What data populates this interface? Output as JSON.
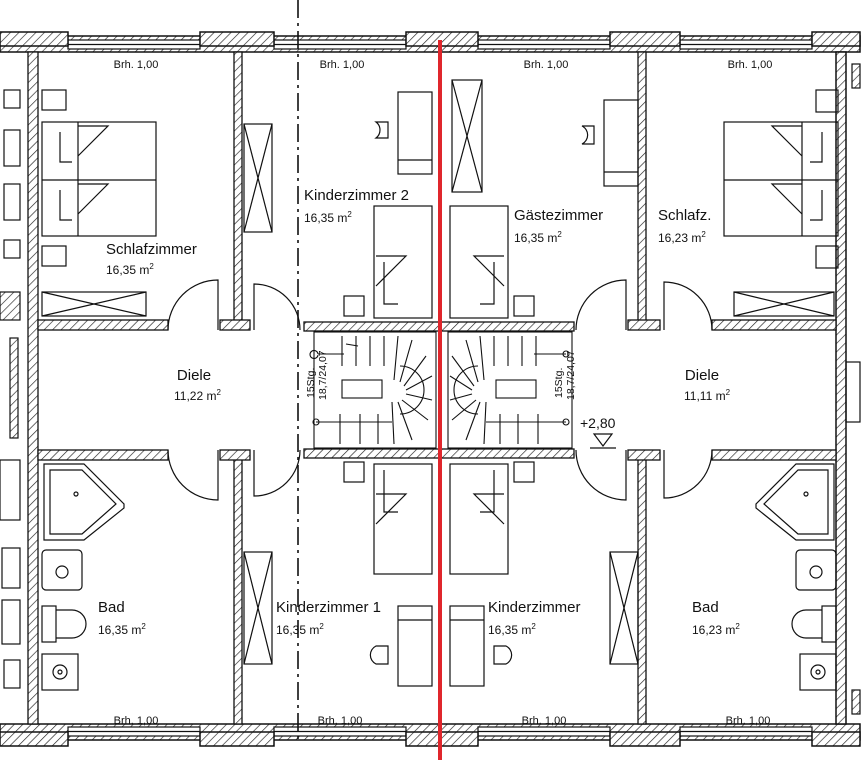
{
  "plan": {
    "window_label": "Brh. 1,00",
    "rooms": {
      "schlafzimmer": {
        "name": "Schlafzimmer",
        "area": "16,35"
      },
      "kinderzimmer2": {
        "name": "Kinderzimmer 2",
        "area": "16,35"
      },
      "gaestezimmer": {
        "name": "Gästezimmer",
        "area": "16,35"
      },
      "schlafz": {
        "name": "Schlafz.",
        "area": "16,23"
      },
      "diele_left": {
        "name": "Diele",
        "area": "11,22"
      },
      "diele_right": {
        "name": "Diele",
        "area": "11,11"
      },
      "bad_left": {
        "name": "Bad",
        "area": "16,35"
      },
      "kinderzimmer1": {
        "name": "Kinderzimmer 1",
        "area": "16,35"
      },
      "kinderzimmer": {
        "name": "Kinderzimmer",
        "area": "16,35"
      },
      "bad_right": {
        "name": "Bad",
        "area": "16,23"
      }
    },
    "area_unit": "m",
    "area_exp": "2",
    "stair_label_1": "15Stg.",
    "stair_label_2": "18,7/24,07",
    "level_mark": "+2,80",
    "party_wall_color": "#e0262c",
    "line_color": "#111111"
  }
}
